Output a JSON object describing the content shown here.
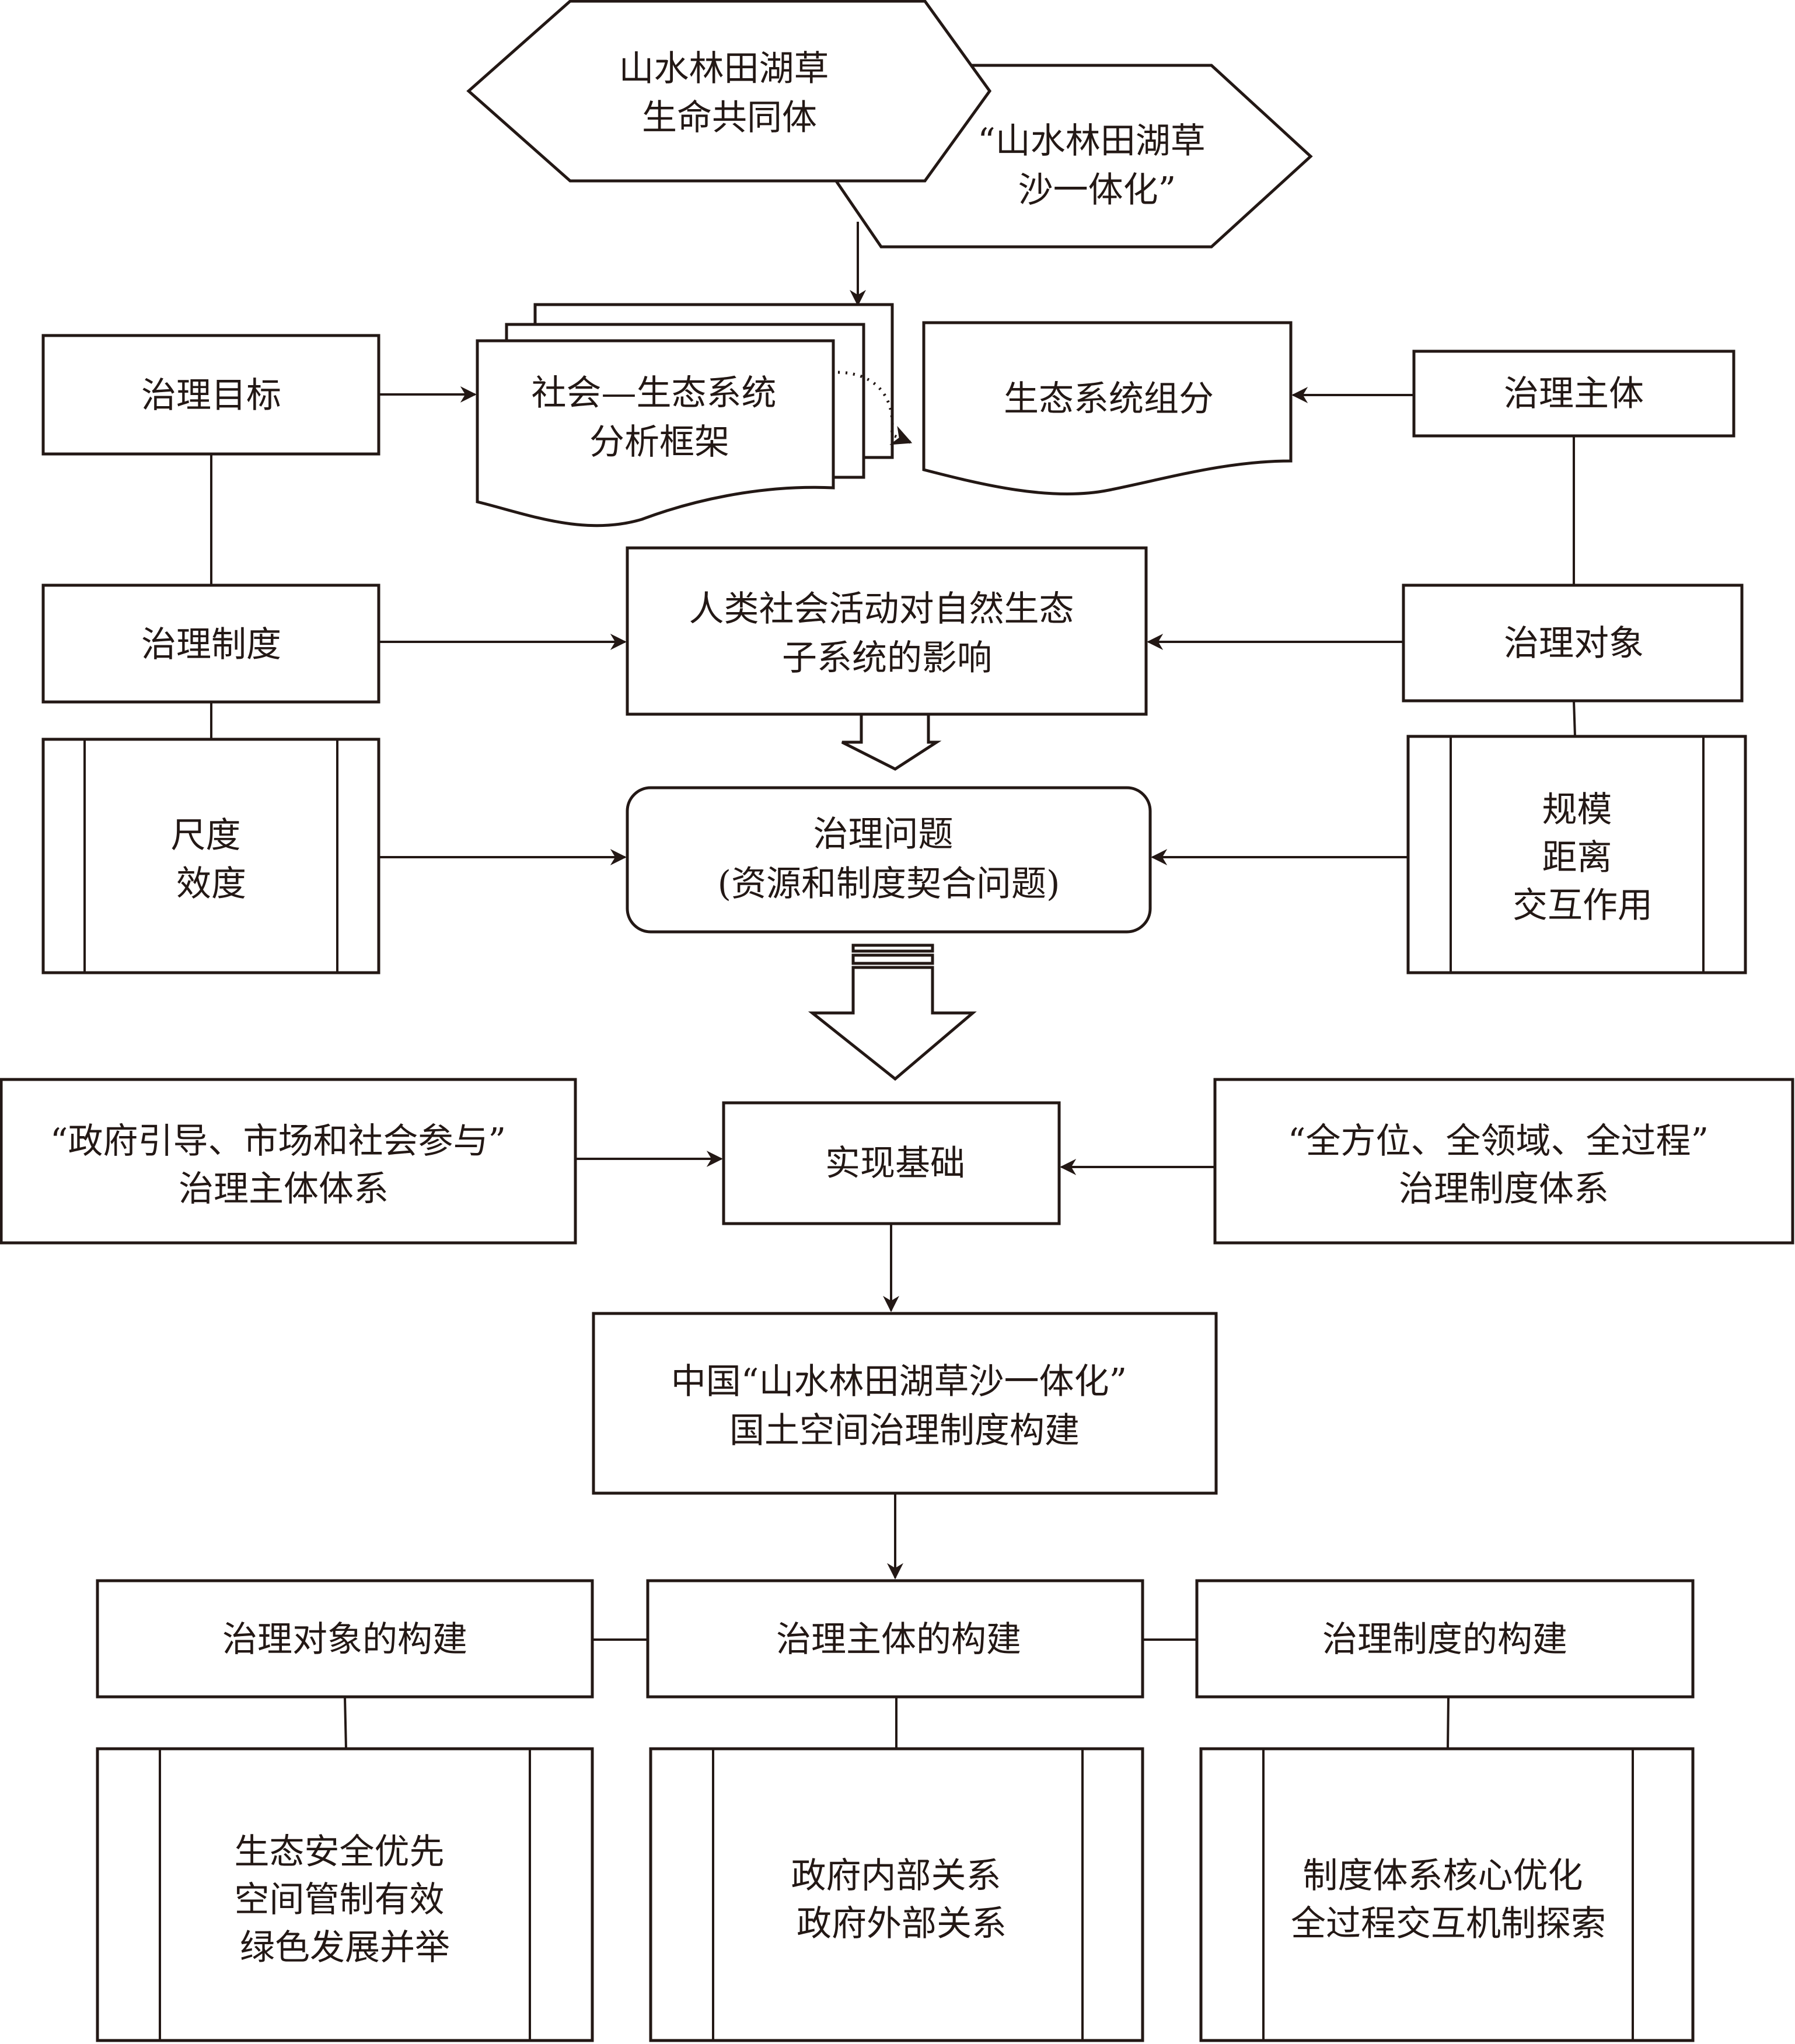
{
  "nodes": {
    "hex_community": {
      "lines": [
        "山水林田湖草",
        "生命共同体"
      ]
    },
    "hex_integration": {
      "lines": [
        "“山水林田湖草",
        "沙一体化”"
      ]
    },
    "ses_framework": {
      "lines": [
        "社会—生态系统",
        "分析框架"
      ]
    },
    "ecosystem_components": {
      "lines": [
        "生态系统组分"
      ]
    },
    "governance_goal": {
      "lines": [
        "治理目标"
      ]
    },
    "governance_subject": {
      "lines": [
        "治理主体"
      ]
    },
    "governance_institution": {
      "lines": [
        "治理制度"
      ]
    },
    "human_impact": {
      "lines": [
        "人类社会活动对自然生态",
        "子系统的影响"
      ]
    },
    "governance_object": {
      "lines": [
        "治理对象"
      ]
    },
    "scale_effect": {
      "lines": [
        "尺度",
        "效度"
      ]
    },
    "governance_problem": {
      "lines": [
        "治理问题",
        "(资源和制度契合问题)"
      ]
    },
    "scale_distance": {
      "lines": [
        "规模",
        "距离",
        "交互作用"
      ]
    },
    "subject_system": {
      "lines": [
        "“政府引导、市场和社会参与”",
        "治理主体体系"
      ]
    },
    "foundation": {
      "lines": [
        "实现基础"
      ]
    },
    "institution_system": {
      "lines": [
        "“全方位、全领域、全过程”",
        "治理制度体系"
      ]
    },
    "china_construction": {
      "lines": [
        "中国“山水林田湖草沙一体化”",
        "国土空间治理制度构建"
      ]
    },
    "object_construction": {
      "lines": [
        "治理对象的构建"
      ]
    },
    "subject_construction": {
      "lines": [
        "治理主体的构建"
      ]
    },
    "institution_construction": {
      "lines": [
        "治理制度的构建"
      ]
    },
    "object_detail": {
      "lines": [
        "生态安全优先",
        "空间管制有效",
        "绿色发展并举"
      ]
    },
    "subject_detail": {
      "lines": [
        "政府内部关系",
        "政府外部关系"
      ]
    },
    "institution_detail": {
      "lines": [
        "制度体系核心优化",
        "全过程交互机制探索"
      ]
    }
  }
}
